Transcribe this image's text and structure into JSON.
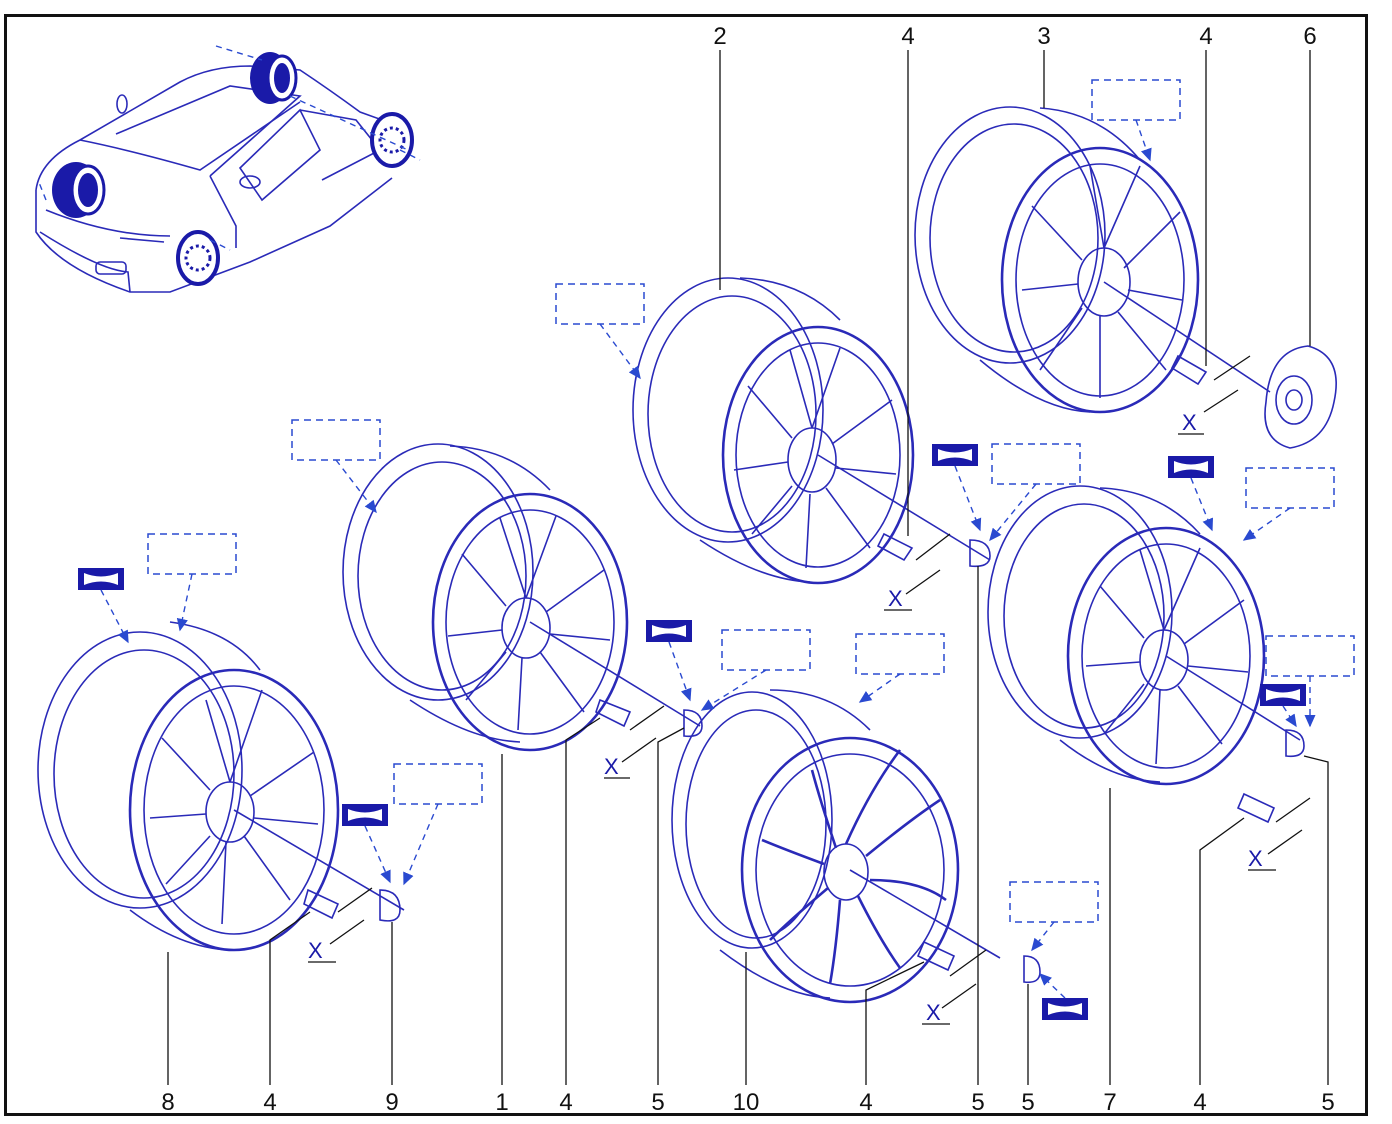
{
  "callouts": [
    "2",
    "4",
    "3",
    "4",
    "6",
    "8",
    "4",
    "9",
    "1",
    "4",
    "5",
    "10",
    "4",
    "5",
    "5",
    "7",
    "4",
    "5"
  ],
  "x_label": "X",
  "icons": [
    "car-overview-icon",
    "wheel-icon",
    "bolt-icon",
    "hub-cap-icon",
    "tyre-pictogram-icon"
  ],
  "colors": {
    "line": "#2a2ab8",
    "frame": "#111111",
    "dashed": "#2a4ad0"
  }
}
